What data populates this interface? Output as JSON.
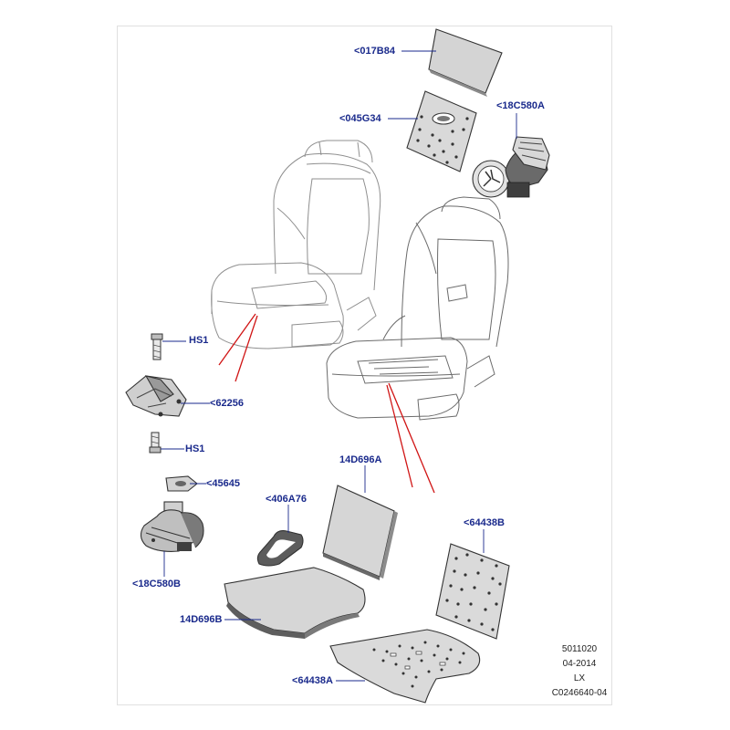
{
  "callouts": {
    "p017B84": "<017B84",
    "p045G34": "<045G34",
    "p18C580A": "<18C580A",
    "hs1_top": "HS1",
    "p62256": "<62256",
    "hs1_bottom": "HS1",
    "p45645": "<45645",
    "p406A76": "<406A76",
    "p14D696A": "14D696A",
    "p64438B": "<64438B",
    "p18C580B": "<18C580B",
    "p14D696B": "14D696B",
    "p64438A": "<64438A"
  },
  "info_block": {
    "line1": "5011020",
    "line2": "04-2014",
    "line3": "LX",
    "line4": "C0246640-04"
  },
  "colors": {
    "callout_text": "#1a2a8c",
    "reference_lines": "#d01414",
    "part_fill": "#d9d9d9"
  }
}
